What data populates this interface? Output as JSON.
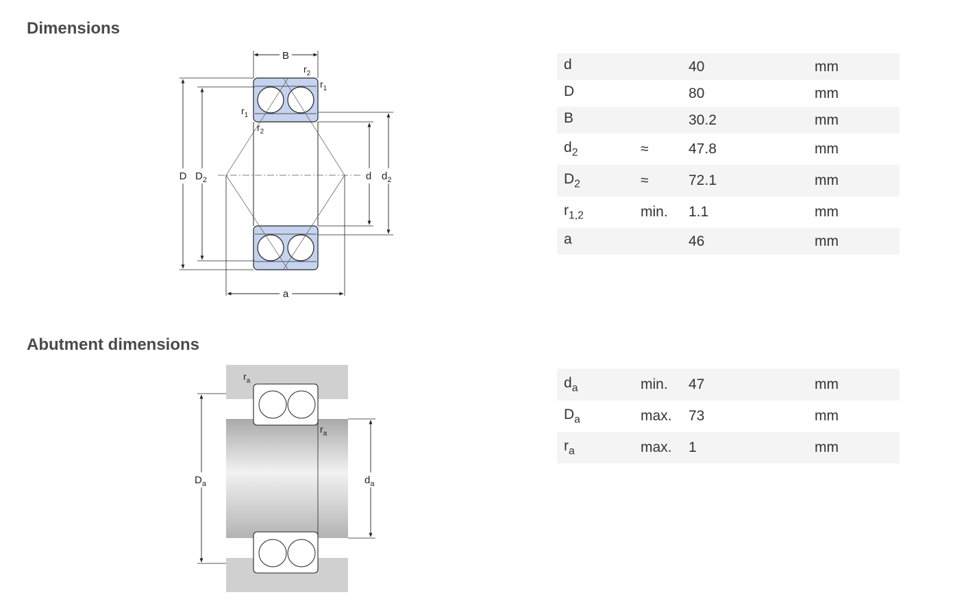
{
  "sections": {
    "dimensions": {
      "title": "Dimensions"
    },
    "abutment": {
      "title": "Abutment dimensions"
    }
  },
  "dimensions_table": [
    {
      "sym": "d",
      "sub": "",
      "qual": "",
      "value": "40",
      "unit": "mm"
    },
    {
      "sym": "D",
      "sub": "",
      "qual": "",
      "value": "80",
      "unit": "mm"
    },
    {
      "sym": "B",
      "sub": "",
      "qual": "",
      "value": "30.2",
      "unit": "mm"
    },
    {
      "sym": "d",
      "sub": "2",
      "qual": "≈",
      "value": "47.8",
      "unit": "mm"
    },
    {
      "sym": "D",
      "sub": "2",
      "qual": "≈",
      "value": "72.1",
      "unit": "mm"
    },
    {
      "sym": "r",
      "sub": "1,2",
      "qual": "min.",
      "value": "1.1",
      "unit": "mm"
    },
    {
      "sym": "a",
      "sub": "",
      "qual": "",
      "value": "46",
      "unit": "mm"
    }
  ],
  "abutment_table": [
    {
      "sym": "d",
      "sub": "a",
      "qual": "min.",
      "value": "47",
      "unit": "mm"
    },
    {
      "sym": "D",
      "sub": "a",
      "qual": "max.",
      "value": "73",
      "unit": "mm"
    },
    {
      "sym": "r",
      "sub": "a",
      "qual": "max.",
      "value": "1",
      "unit": "mm"
    }
  ],
  "diagram_labels": {
    "B": "B",
    "D": "D",
    "D2_sym": "D",
    "D2_sub": "2",
    "d": "d",
    "d2_sym": "d",
    "d2_sub": "2",
    "a": "a",
    "r_sym": "r",
    "r1_sub": "1",
    "r2_sub": "2",
    "Da_sym": "D",
    "da_sym": "d",
    "ra_sym": "r",
    "a_sub": "a"
  },
  "colors": {
    "ring_fill": "#c6d3ef",
    "shaft_fill": "#dcdcdc",
    "housing_fill": "#d0d0d0",
    "row_shade": "#f4f4f4",
    "heading": "#4a4a4a"
  }
}
